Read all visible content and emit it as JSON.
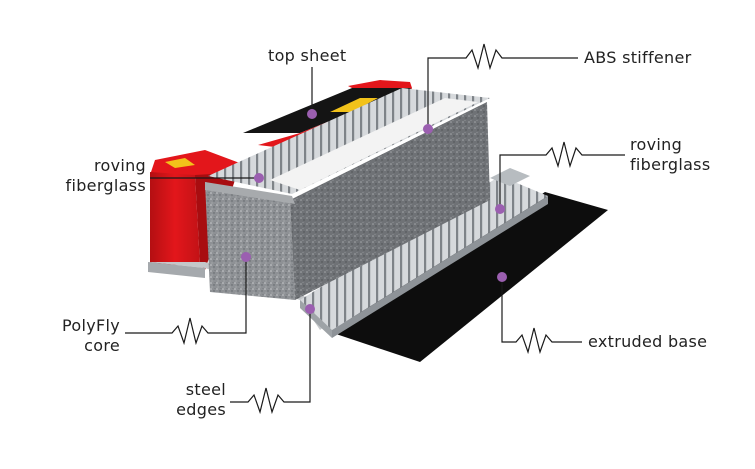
{
  "labels": {
    "top_sheet": "top sheet",
    "abs_stiffener": "ABS stiffener",
    "roving_left_1": "roving",
    "roving_left_2": "fiberglass",
    "roving_right_1": "roving",
    "roving_right_2": "fiberglass",
    "core_1": "PolyFly",
    "core_2": "core",
    "edges_1": "steel",
    "edges_2": "edges",
    "base": "extruded base"
  },
  "colors": {
    "marker": "#9b5fb0",
    "top_red": "#e3161b",
    "top_black": "#141414",
    "top_yellow": "#f2c21a",
    "core_gray": "#8e9195",
    "base_black": "#0d0d0d",
    "steel_gray": "#b7bcc0",
    "line": "#1a1a1a"
  }
}
